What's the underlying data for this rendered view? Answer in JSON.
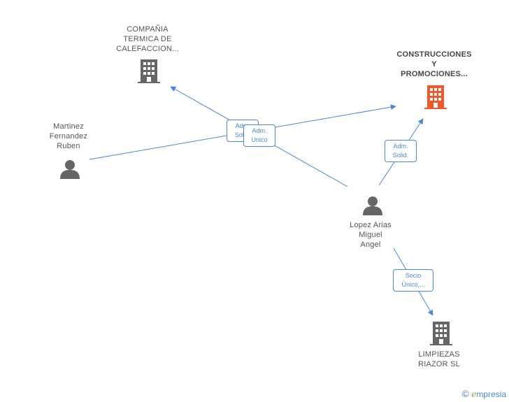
{
  "nodes": {
    "compania": {
      "lines": [
        "COMPAÑIA",
        "TERMICA DE",
        "CALEFACCION..."
      ]
    },
    "construcciones": {
      "lines": [
        "CONSTRUCCIONES",
        "Y",
        "PROMOCIONES..."
      ]
    },
    "martinez": {
      "lines": [
        "Martinez",
        "Fernandez",
        "Ruben"
      ]
    },
    "lopez": {
      "lines": [
        "Lopez Arias",
        "Miguel",
        "Angel"
      ]
    },
    "limpiezas": {
      "lines": [
        "LIMPIEZAS",
        "RIAZOR SL"
      ]
    }
  },
  "edges": {
    "adm_solid_1": {
      "lines": [
        "Adm.",
        "Solid."
      ]
    },
    "adm_unico": {
      "lines": [
        "Adm.",
        "Unico"
      ]
    },
    "adm_solid_2": {
      "lines": [
        "Adm.",
        "Solid."
      ]
    },
    "socio_unico": {
      "lines": [
        "Socio",
        "Único,..."
      ]
    }
  },
  "colors": {
    "edge": "#4a86d4",
    "company_gray": "#666666",
    "company_highlight": "#f0572a",
    "person_gray": "#666666"
  },
  "brand": {
    "copyright": "©",
    "e": "e",
    "name": "mpresia"
  }
}
